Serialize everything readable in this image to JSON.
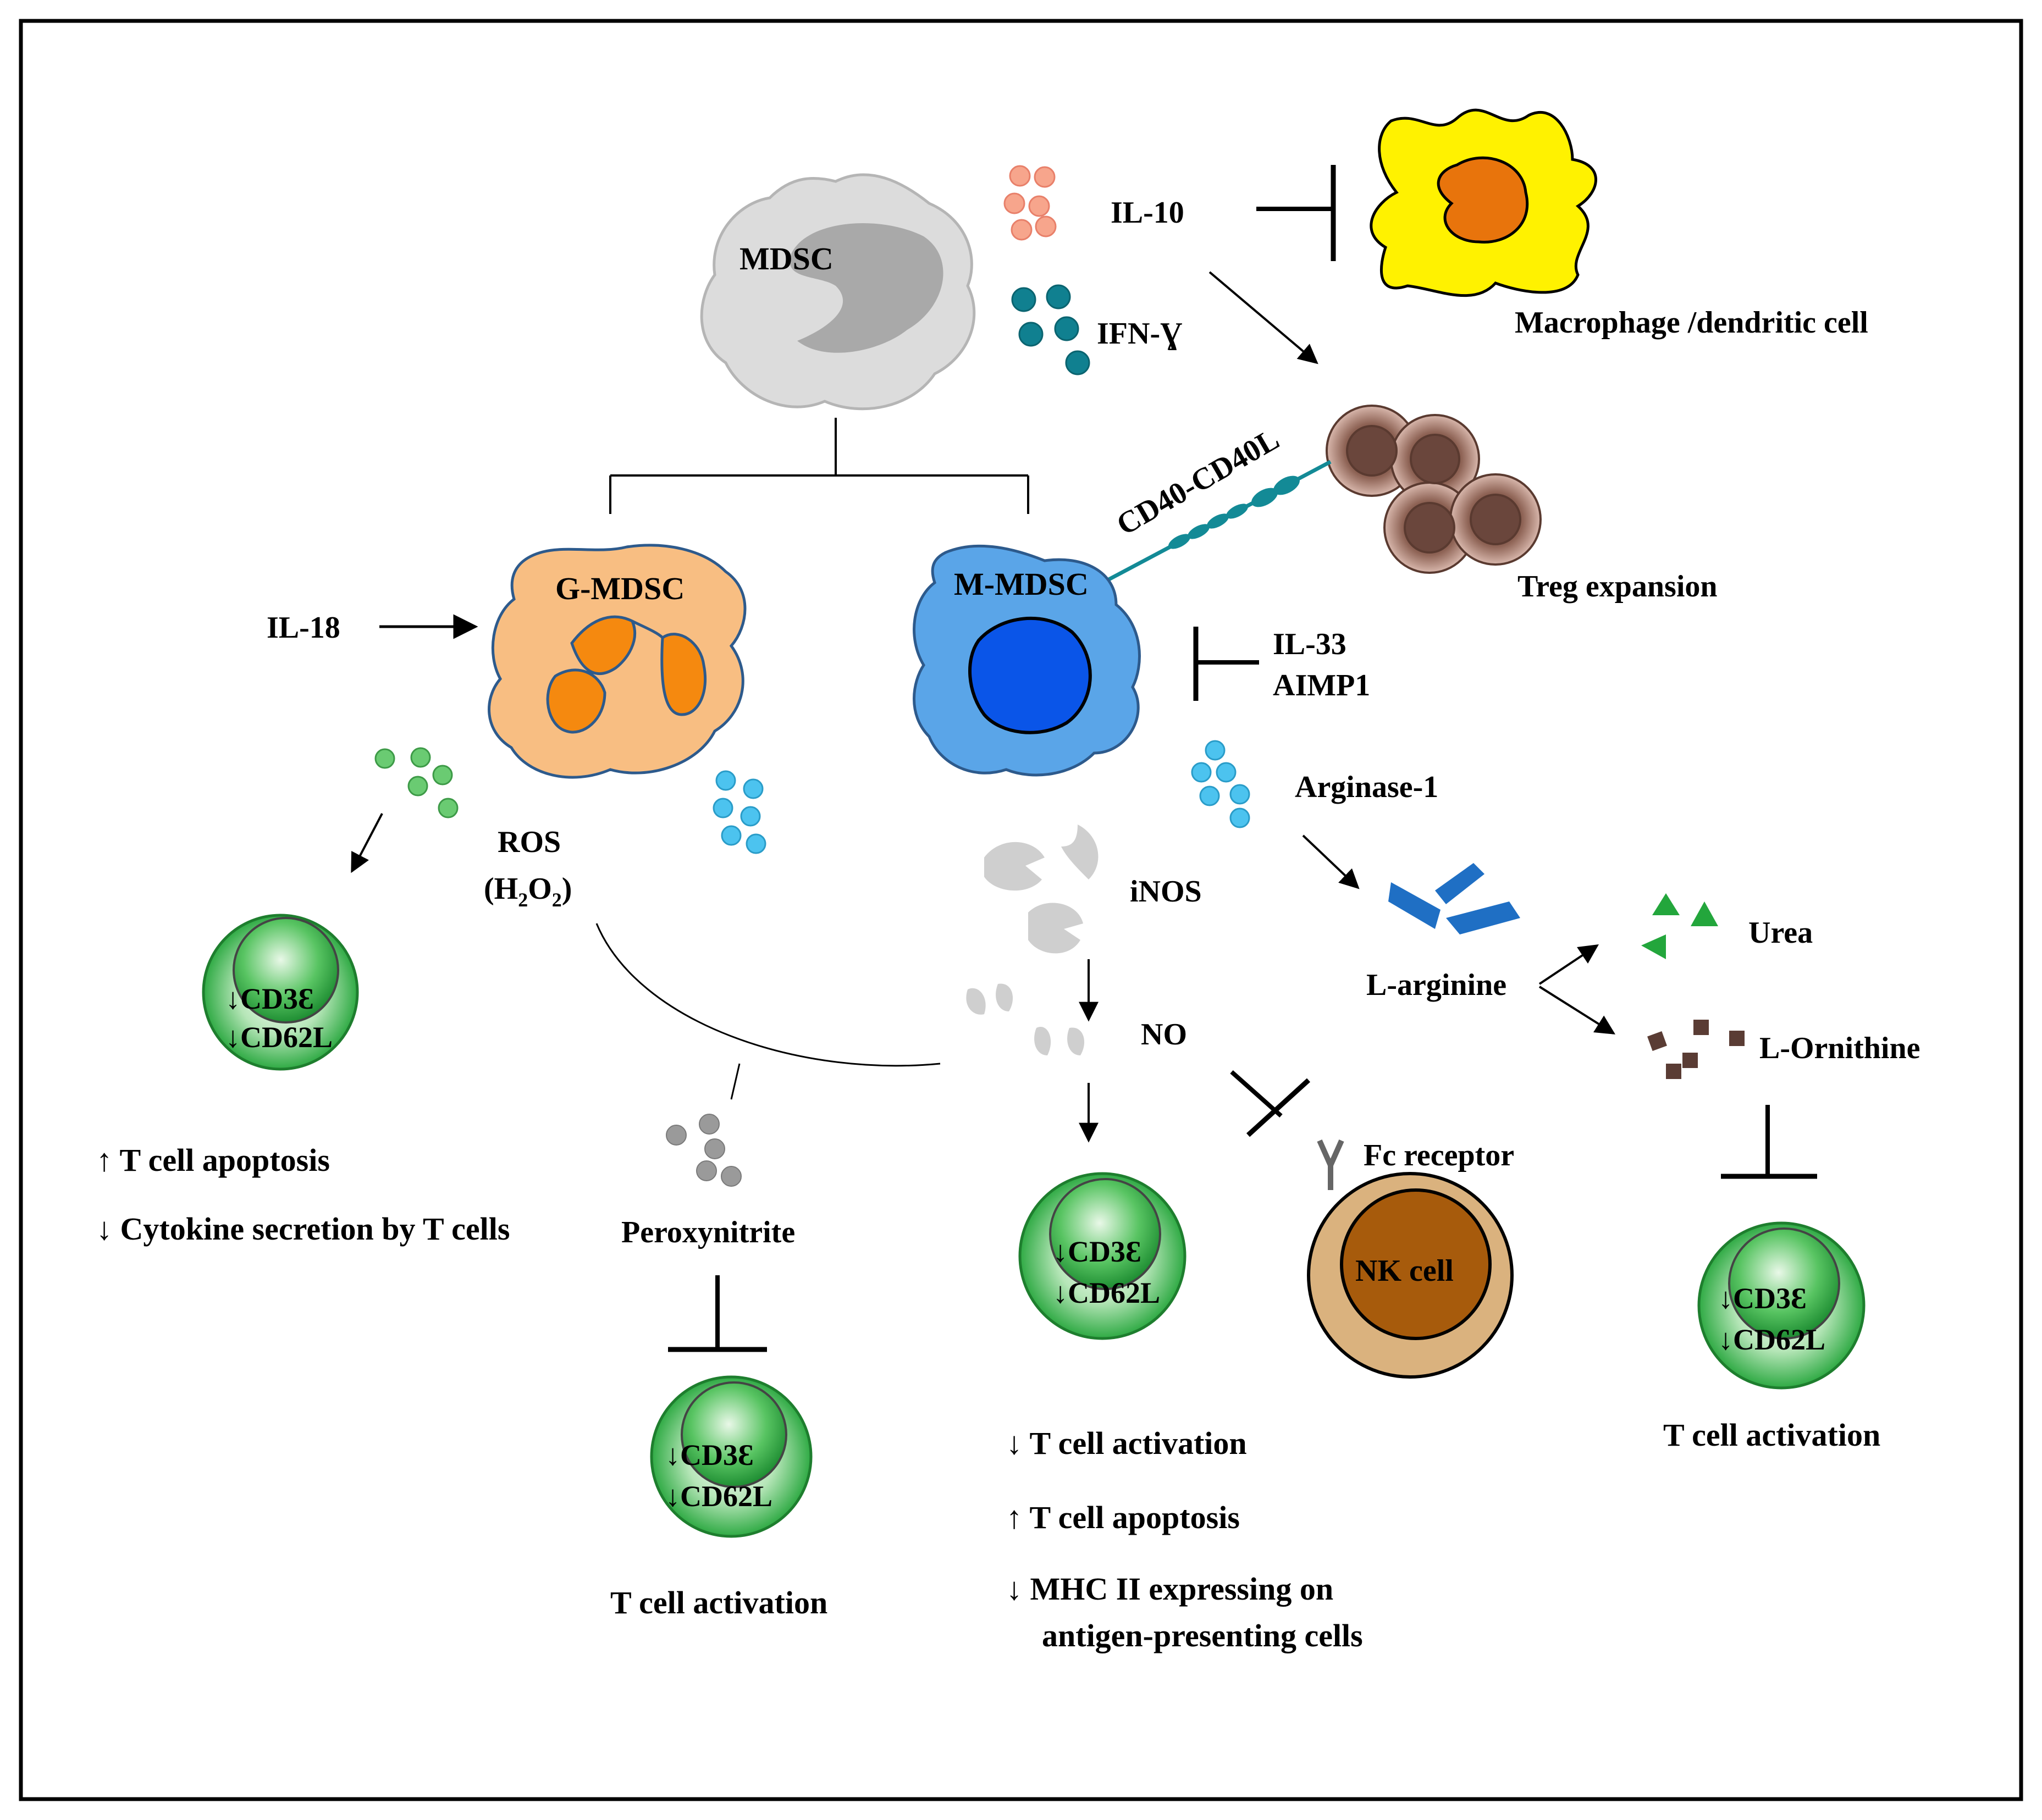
{
  "labels": {
    "mdsc": "MDSC",
    "il10": "IL-10",
    "ifng": "IFN-Ɣ",
    "macrophage": "Macrophage /dendritic cell",
    "cd40": "CD40-CD40L",
    "treg": "Treg expansion",
    "gmdsc": "G-MDSC",
    "mmdsc": "M-MDSC",
    "il18": "IL-18",
    "il33": "IL-33",
    "aimp1": "AIMP1",
    "arginase": "Arginase-1",
    "ros": "ROS",
    "h2o2": "(H",
    "h2o2_sub1": "2",
    "h2o2_o": "O",
    "h2o2_sub2": "2",
    "h2o2_close": ")",
    "inos": "iNOS",
    "larginine": "L-arginine",
    "urea": "Urea",
    "lornithine": "L-Ornithine",
    "no": "NO",
    "fc": "Fc receptor",
    "nk": "NK cell",
    "peroxynitrite": "Peroxynitrite"
  },
  "tcell": {
    "cd3": "↓CD3Ɛ",
    "cd62": "↓CD62L"
  },
  "outcomes": {
    "left_1": "↑ T cell apoptosis",
    "left_2": "↓ Cytokine secretion by  T cells",
    "perox_act": "T cell activation",
    "no_1": "↓ T cell activation",
    "no_2": "↑ T cell apoptosis",
    "no_3": "↓ MHC II expressing on",
    "no_4": "antigen-presenting cells",
    "right_act": "T cell activation"
  },
  "colors": {
    "frame": "#000000",
    "mdsc_body": "#d9d9d9",
    "mdsc_nucleus": "#a6a6a6",
    "gmdsc_body": "#f8be82",
    "gmdsc_nucleus": "#f5890f",
    "mmdsc_body": "#5aa5e8",
    "mmdsc_nucleus": "#0a55e8",
    "macrophage_body": "#fff200",
    "macrophage_nucleus": "#e8740c",
    "treg": "#7a4a3c",
    "tcell": "#35b84a",
    "il10_dots": "#f4a088",
    "ifn_dots": "#128696",
    "ros_dots": "#62c46a",
    "blue_dots": "#4cc3ef",
    "nk_outer": "#d9b07a",
    "nk_inner": "#a75b0c",
    "cd40_line": "#138a96",
    "larg": "#1e6cc0",
    "urea": "#23a63c",
    "ornithine": "#5a3c34"
  }
}
